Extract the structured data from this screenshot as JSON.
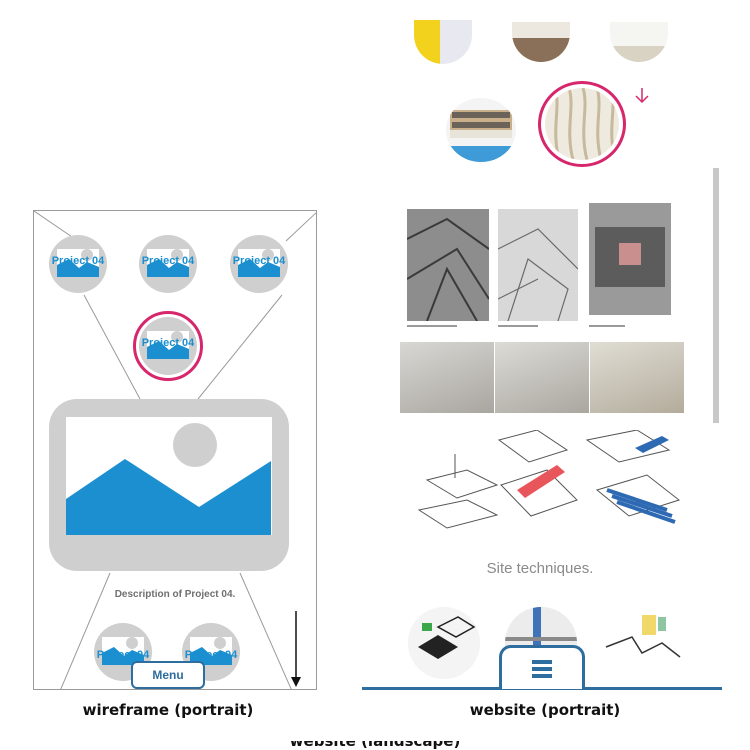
{
  "wireframe": {
    "project_label": "Project 04",
    "description": "Description of Project 04.",
    "menu_label": "Menu",
    "caption": "wireframe (portrait)"
  },
  "website": {
    "section_caption": "Site techniques.",
    "caption": "website (portrait)"
  },
  "bottom_partial_caption": "website (landscape)",
  "colors": {
    "accent_blue": "#1b8fd0",
    "highlight_pink": "#d6276c",
    "nav_blue": "#2d6e9e"
  }
}
